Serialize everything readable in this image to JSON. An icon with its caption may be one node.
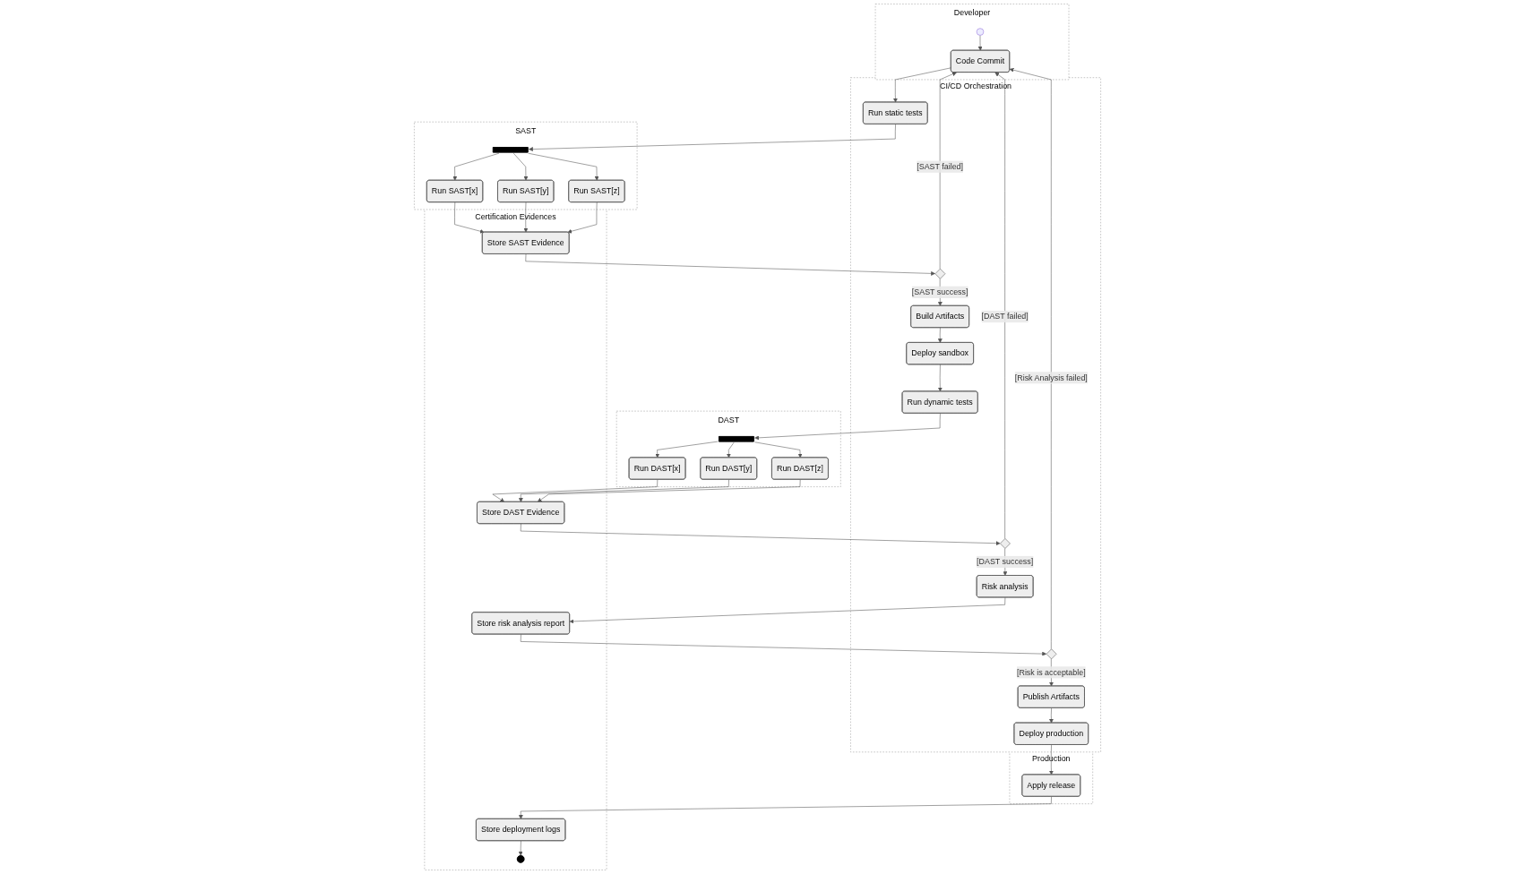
{
  "diagram": {
    "nodes": [
      {
        "text": [
          "Developer"
        ]
      },
      {
        "text": [
          "CI/CD Orchestration"
        ]
      },
      {
        "text": [
          "SAST"
        ]
      },
      {
        "text": [
          "DAST"
        ]
      },
      {
        "text": [
          "Certification Evidences"
        ]
      },
      {
        "text": [
          "Production"
        ]
      },
      {
        "text": [],
        "shape": "circle",
        "in": 0
      },
      {
        "text": [
          "Code Commit"
        ],
        "in": 0
      },
      {
        "text": [
          "Run static tests"
        ],
        "in": 1
      },
      {
        "text": [],
        "shape": "bar",
        "in": 2
      },
      {
        "text": [
          "Run SAST[x]"
        ],
        "in": 2
      },
      {
        "text": [
          "Run SAST[y]"
        ],
        "in": 2
      },
      {
        "text": [
          "Run SAST[z]"
        ],
        "in": 2
      },
      {
        "text": [
          "Store SAST Evidence"
        ],
        "in": 4
      },
      {
        "text": [],
        "shape": "diamond",
        "in": 1
      },
      {
        "text": [
          "Build Artifacts"
        ],
        "in": 1
      },
      {
        "text": [
          "Deploy sandbox"
        ],
        "in": 1
      },
      {
        "text": [
          "Run dynamic tests"
        ],
        "in": 1
      },
      {
        "text": [],
        "shape": "bar",
        "in": 3
      },
      {
        "text": [
          "Run DAST[x]"
        ],
        "in": 3
      },
      {
        "text": [
          "Run DAST[y]"
        ],
        "in": 3
      },
      {
        "text": [
          "Run DAST[z]"
        ],
        "in": 3
      },
      {
        "text": [
          "Store DAST Evidence"
        ],
        "in": 4
      },
      {
        "text": [],
        "shape": "diamond",
        "in": 1
      },
      {
        "text": [
          "Risk analysis"
        ],
        "in": 1
      },
      {
        "text": [
          "Store risk analysis report"
        ],
        "in": 4
      },
      {
        "text": [],
        "shape": "diamond",
        "in": 1
      },
      {
        "text": [
          "Publish Artifacts"
        ],
        "in": 1
      },
      {
        "text": [
          "Deploy production"
        ],
        "in": 1
      },
      {
        "text": [
          "Apply release"
        ],
        "in": 5
      },
      {
        "text": [
          "Store deployment logs"
        ],
        "in": 4
      },
      {
        "text": [],
        "shape": "circle",
        "in": 4
      }
    ],
    "edges": [
      {
        "from": 6,
        "to": 7,
        "arrow": "to"
      },
      {
        "from": 7,
        "to": 8,
        "arrow": "to"
      },
      {
        "from": 8,
        "to": 9,
        "arrow": "to"
      },
      {
        "from": 9,
        "to": 10,
        "arrow": "to"
      },
      {
        "from": 9,
        "to": 11,
        "arrow": "to"
      },
      {
        "from": 9,
        "to": 12,
        "arrow": "to"
      },
      {
        "from": 10,
        "to": 13,
        "arrow": "to"
      },
      {
        "from": 11,
        "to": 13,
        "arrow": "to"
      },
      {
        "from": 12,
        "to": 13,
        "arrow": "to"
      },
      {
        "from": 13,
        "to": 14,
        "arrow": "to"
      },
      {
        "from": 14,
        "to": 7,
        "label": "[SAST failed]",
        "arrow": "to"
      },
      {
        "from": 14,
        "to": 15,
        "label": "[SAST success]",
        "arrow": "to"
      },
      {
        "from": 15,
        "to": 16,
        "arrow": "to"
      },
      {
        "from": 16,
        "to": 17,
        "arrow": "to"
      },
      {
        "from": 17,
        "to": 18,
        "arrow": "to"
      },
      {
        "from": 18,
        "to": 19,
        "arrow": "to"
      },
      {
        "from": 18,
        "to": 20,
        "arrow": "to"
      },
      {
        "from": 18,
        "to": 21,
        "arrow": "to"
      },
      {
        "from": 19,
        "to": 22,
        "arrow": "to"
      },
      {
        "from": 20,
        "to": 22,
        "arrow": "to"
      },
      {
        "from": 21,
        "to": 22,
        "arrow": "to"
      },
      {
        "from": 22,
        "to": 23,
        "arrow": "to"
      },
      {
        "from": 23,
        "to": 7,
        "label": "[DAST failed]",
        "arrow": "to"
      },
      {
        "from": 23,
        "to": 24,
        "label": "[DAST success]",
        "arrow": "to"
      },
      {
        "from": 24,
        "to": 25,
        "arrow": "to"
      },
      {
        "from": 25,
        "to": 26,
        "arrow": "to"
      },
      {
        "from": 26,
        "to": 7,
        "label": "[Risk Analysis failed]",
        "arrow": "to"
      },
      {
        "from": 26,
        "to": 27,
        "label": "[Risk is acceptable]",
        "arrow": "to"
      },
      {
        "from": 27,
        "to": 28,
        "arrow": "to"
      },
      {
        "from": 28,
        "to": 29,
        "arrow": "to"
      },
      {
        "from": 29,
        "to": 30,
        "arrow": "to"
      },
      {
        "from": 30,
        "to": 31,
        "arrow": "to"
      }
    ]
  }
}
